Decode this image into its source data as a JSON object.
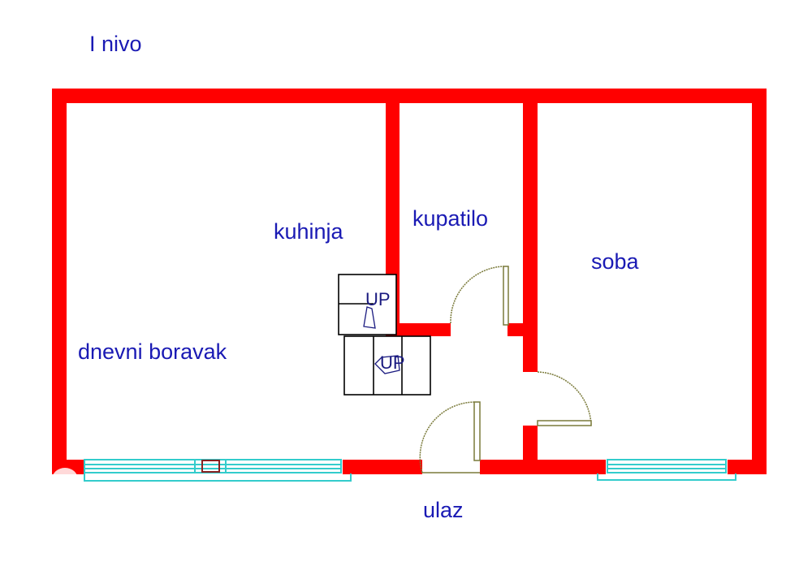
{
  "title": "I nivo",
  "rooms": [
    {
      "id": "kitchen",
      "label": "kuhinja"
    },
    {
      "id": "bathroom",
      "label": "kupatilo"
    },
    {
      "id": "room",
      "label": "soba"
    },
    {
      "id": "living",
      "label": "dnevni boravak"
    },
    {
      "id": "entrance",
      "label": "ulaz"
    }
  ],
  "stairs": [
    {
      "id": "stair-upper",
      "label": "UP"
    },
    {
      "id": "stair-lower",
      "label": "UP"
    }
  ],
  "colors": {
    "wall": "#ff0000",
    "text": "#1a1ab4",
    "window": "#33cccc",
    "door": "#7a7a3a",
    "stairs": "#000000"
  }
}
